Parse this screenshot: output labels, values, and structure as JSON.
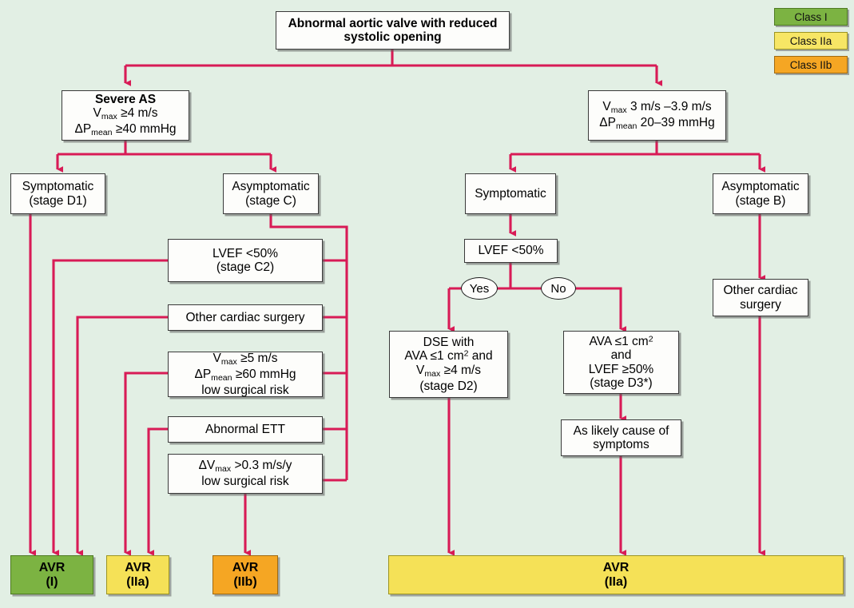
{
  "diagram": {
    "title": "Abnormal aortic valve with reduced systolic opening",
    "background_color": "#e2efe4",
    "connector_color": "#d81b56"
  },
  "legend": {
    "items": [
      {
        "label": "Class I",
        "color": "#7cb342"
      },
      {
        "label": "Class IIa",
        "color": "#f7e665"
      },
      {
        "label": "Class IIb",
        "color": "#f5a623"
      }
    ]
  },
  "nodes": {
    "root": {
      "line1": "Abnormal aortic valve with reduced",
      "line2": "systolic opening"
    },
    "severe_as": {
      "title": "Severe AS",
      "line2_a": "V",
      "line2_sub": "max",
      "line2_b": " ≥4 m/s",
      "line3_a": "ΔP",
      "line3_sub": "mean",
      "line3_b": " ≥40 mmHg"
    },
    "moderate_as": {
      "line1_a": "V",
      "line1_sub": "max",
      "line1_b": " 3 m/s –3.9 m/s",
      "line2_a": "ΔP",
      "line2_sub": "mean",
      "line2_b": " 20–39 mmHg"
    },
    "sym_d1": {
      "line1": "Symptomatic",
      "line2": "(stage D1)"
    },
    "asym_c": {
      "line1": "Asymptomatic",
      "line2": "(stage C)"
    },
    "lvef_c2": {
      "line1": "LVEF <50%",
      "line2": "(stage C2)"
    },
    "other_cardiac_surgery_left": {
      "line1": "Other cardiac surgery"
    },
    "vmax5": {
      "line1_a": "V",
      "line1_sub": "max",
      "line1_b": " ≥5 m/s",
      "line2_a": "ΔP",
      "line2_sub": "mean",
      "line2_b": " ≥60 mmHg",
      "line3": "low surgical risk"
    },
    "abnormal_ett": {
      "line1": "Abnormal ETT"
    },
    "dvmax": {
      "line1_a": "ΔV",
      "line1_sub": "max",
      "line1_b": " >0.3 m/s/y",
      "line2": "low surgical risk"
    },
    "symptomatic_right": {
      "line1": "Symptomatic"
    },
    "lvef_right": {
      "line1": "LVEF <50%"
    },
    "yes_pill": {
      "label": "Yes"
    },
    "no_pill": {
      "label": "No"
    },
    "dse": {
      "line1": "DSE with",
      "line2": "AVA ≤1 cm",
      "line2_sup": "2",
      "line2_tail": " and",
      "line3_a": "V",
      "line3_sub": "max",
      "line3_b": " ≥4 m/s",
      "line4": "(stage D2)"
    },
    "ava_d3": {
      "line1": "AVA ≤1 cm",
      "line1_sup": "2",
      "line2": "and",
      "line3": "LVEF ≥50%",
      "line4": "(stage D3*)"
    },
    "as_likely": {
      "line1": "As likely cause of",
      "line2": "symptoms"
    },
    "asym_b": {
      "line1": "Asymptomatic",
      "line2": "(stage B)"
    },
    "other_cardiac_surgery_right": {
      "line1": "Other cardiac",
      "line2": "surgery"
    }
  },
  "terminals": {
    "avr_i": {
      "line1": "AVR",
      "line2": "(I)",
      "class": "Class I",
      "color": "#7cb342"
    },
    "avr_iia_left": {
      "line1": "AVR",
      "line2": "(IIa)",
      "class": "Class IIa",
      "color": "#f5e157"
    },
    "avr_iib": {
      "line1": "AVR",
      "line2": "(IIb)",
      "class": "Class IIb",
      "color": "#f5a623"
    },
    "avr_iia_right": {
      "line1": "AVR",
      "line2": "(IIa)",
      "class": "Class IIa",
      "color": "#f5e157"
    }
  }
}
